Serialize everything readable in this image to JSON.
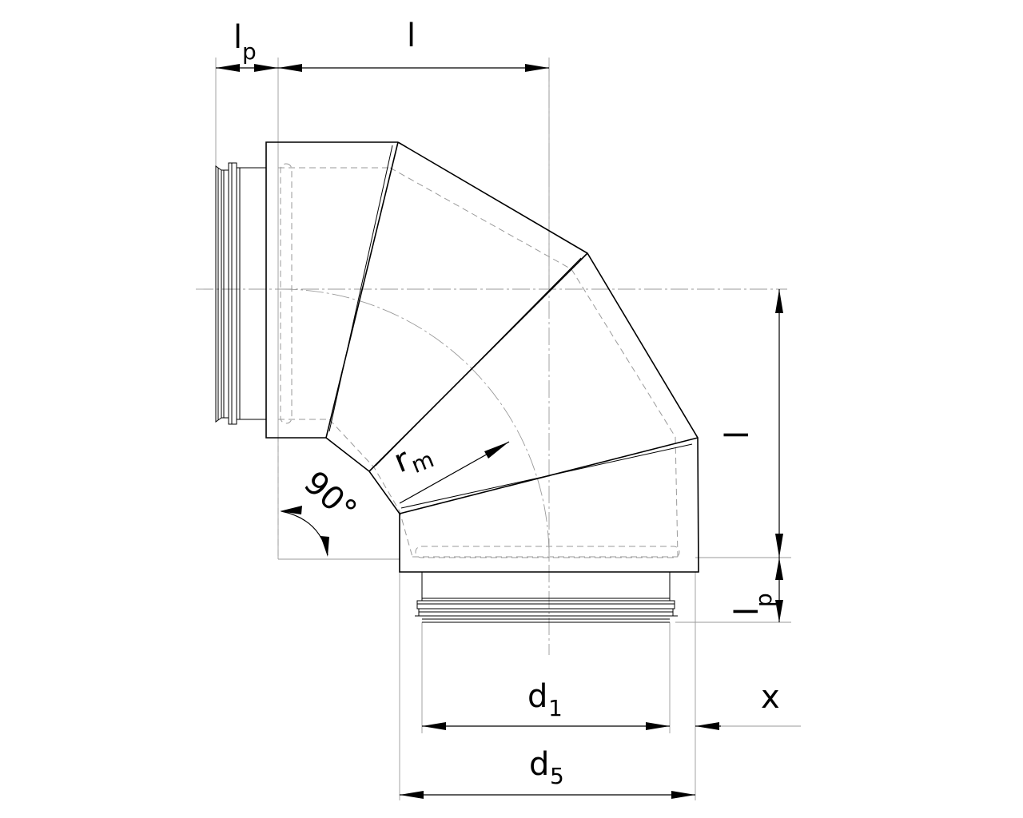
{
  "diagram": {
    "labels": {
      "lp_top": {
        "main": "l",
        "sub": "p"
      },
      "l_top": "l",
      "l_right": "l",
      "lp_right": {
        "main": "l",
        "sub": "p"
      },
      "rm": {
        "main": "r",
        "sub": "m"
      },
      "angle": "90°",
      "d1": {
        "main": "d",
        "sub": "1"
      },
      "d5": {
        "main": "d",
        "sub": "5"
      },
      "x": "x"
    }
  }
}
